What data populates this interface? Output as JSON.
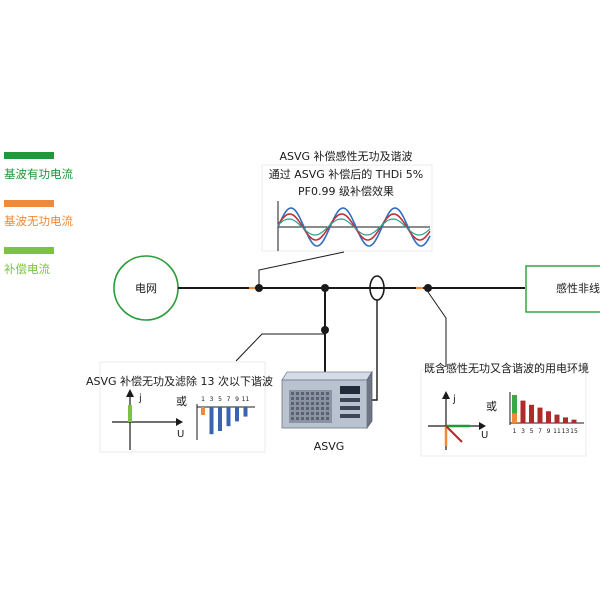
{
  "legend": [
    {
      "label": "基波有功电流",
      "color": "#1e9a3a"
    },
    {
      "label": "基波无功电流",
      "color": "#f08a38"
    },
    {
      "label": "补偿电流",
      "color": "#7cc245"
    }
  ],
  "grid_label": "电网",
  "load_label": "感性非线",
  "effect_box": {
    "lines": [
      "ASVG 补偿感性无功及谐波",
      "通过 ASVG 补偿后的 THDi 5%",
      "PF0.99 级补偿效果"
    ],
    "wave_colors": [
      "#2f6fc0",
      "#c0303a",
      "#2aa090"
    ]
  },
  "asvg_label": "ASVG",
  "left_box": {
    "title": "ASVG 补偿无功及滤除 13 次以下谐波",
    "axis_j": "j",
    "axis_u": "U",
    "or_text": "或",
    "harmonic_labels": [
      "1",
      "3",
      "5",
      "7",
      "9",
      "11"
    ],
    "harmonic_values": [
      0.25,
      0.85,
      0.75,
      0.6,
      0.45,
      0.3
    ]
  },
  "right_box": {
    "title": "既含感性无功又含谐波的用电环境",
    "axis_j": "j",
    "axis_u": "U",
    "or_text": "或",
    "harmonic_labels": [
      "1",
      "3",
      "5",
      "7",
      "9",
      "11",
      "13",
      "15"
    ],
    "harmonic_values": [
      1.0,
      0.8,
      0.65,
      0.55,
      0.42,
      0.3,
      0.2,
      0.12
    ]
  },
  "colors": {
    "line": "#1a1a1a",
    "green_box": "#2a9d3a",
    "blue_bar": "#3a64b0",
    "red_bar": "#b02a2a",
    "orange": "#f08a38",
    "green_bar": "#3aa845"
  }
}
